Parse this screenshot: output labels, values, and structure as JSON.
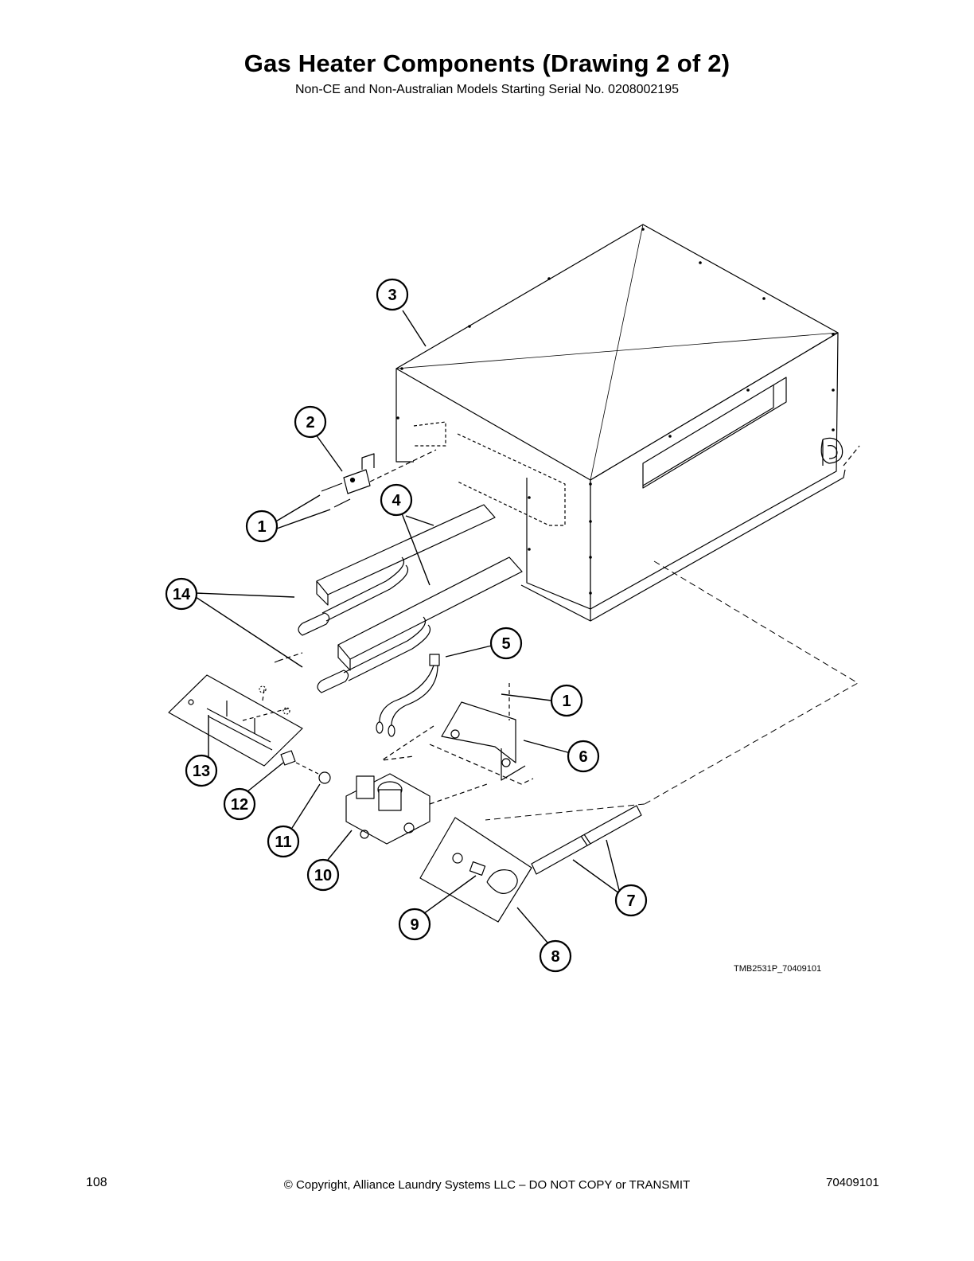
{
  "title": "Gas Heater Components (Drawing 2 of 2)",
  "subtitle": "Non-CE and Non-Australian Models Starting Serial No. 0208002195",
  "callouts": [
    {
      "label": "1"
    },
    {
      "label": "1"
    },
    {
      "label": "2"
    },
    {
      "label": "3"
    },
    {
      "label": "4"
    },
    {
      "label": "5"
    },
    {
      "label": "6"
    },
    {
      "label": "7"
    },
    {
      "label": "8"
    },
    {
      "label": "9"
    },
    {
      "label": "10"
    },
    {
      "label": "11"
    },
    {
      "label": "12"
    },
    {
      "label": "13"
    },
    {
      "label": "14"
    }
  ],
  "reference_code": "TMB2531P_70409101",
  "footer": {
    "page_number": "108",
    "copyright": "© Copyright, Alliance Laundry Systems LLC – DO NOT COPY or TRANSMIT",
    "document_number": "70409101"
  }
}
